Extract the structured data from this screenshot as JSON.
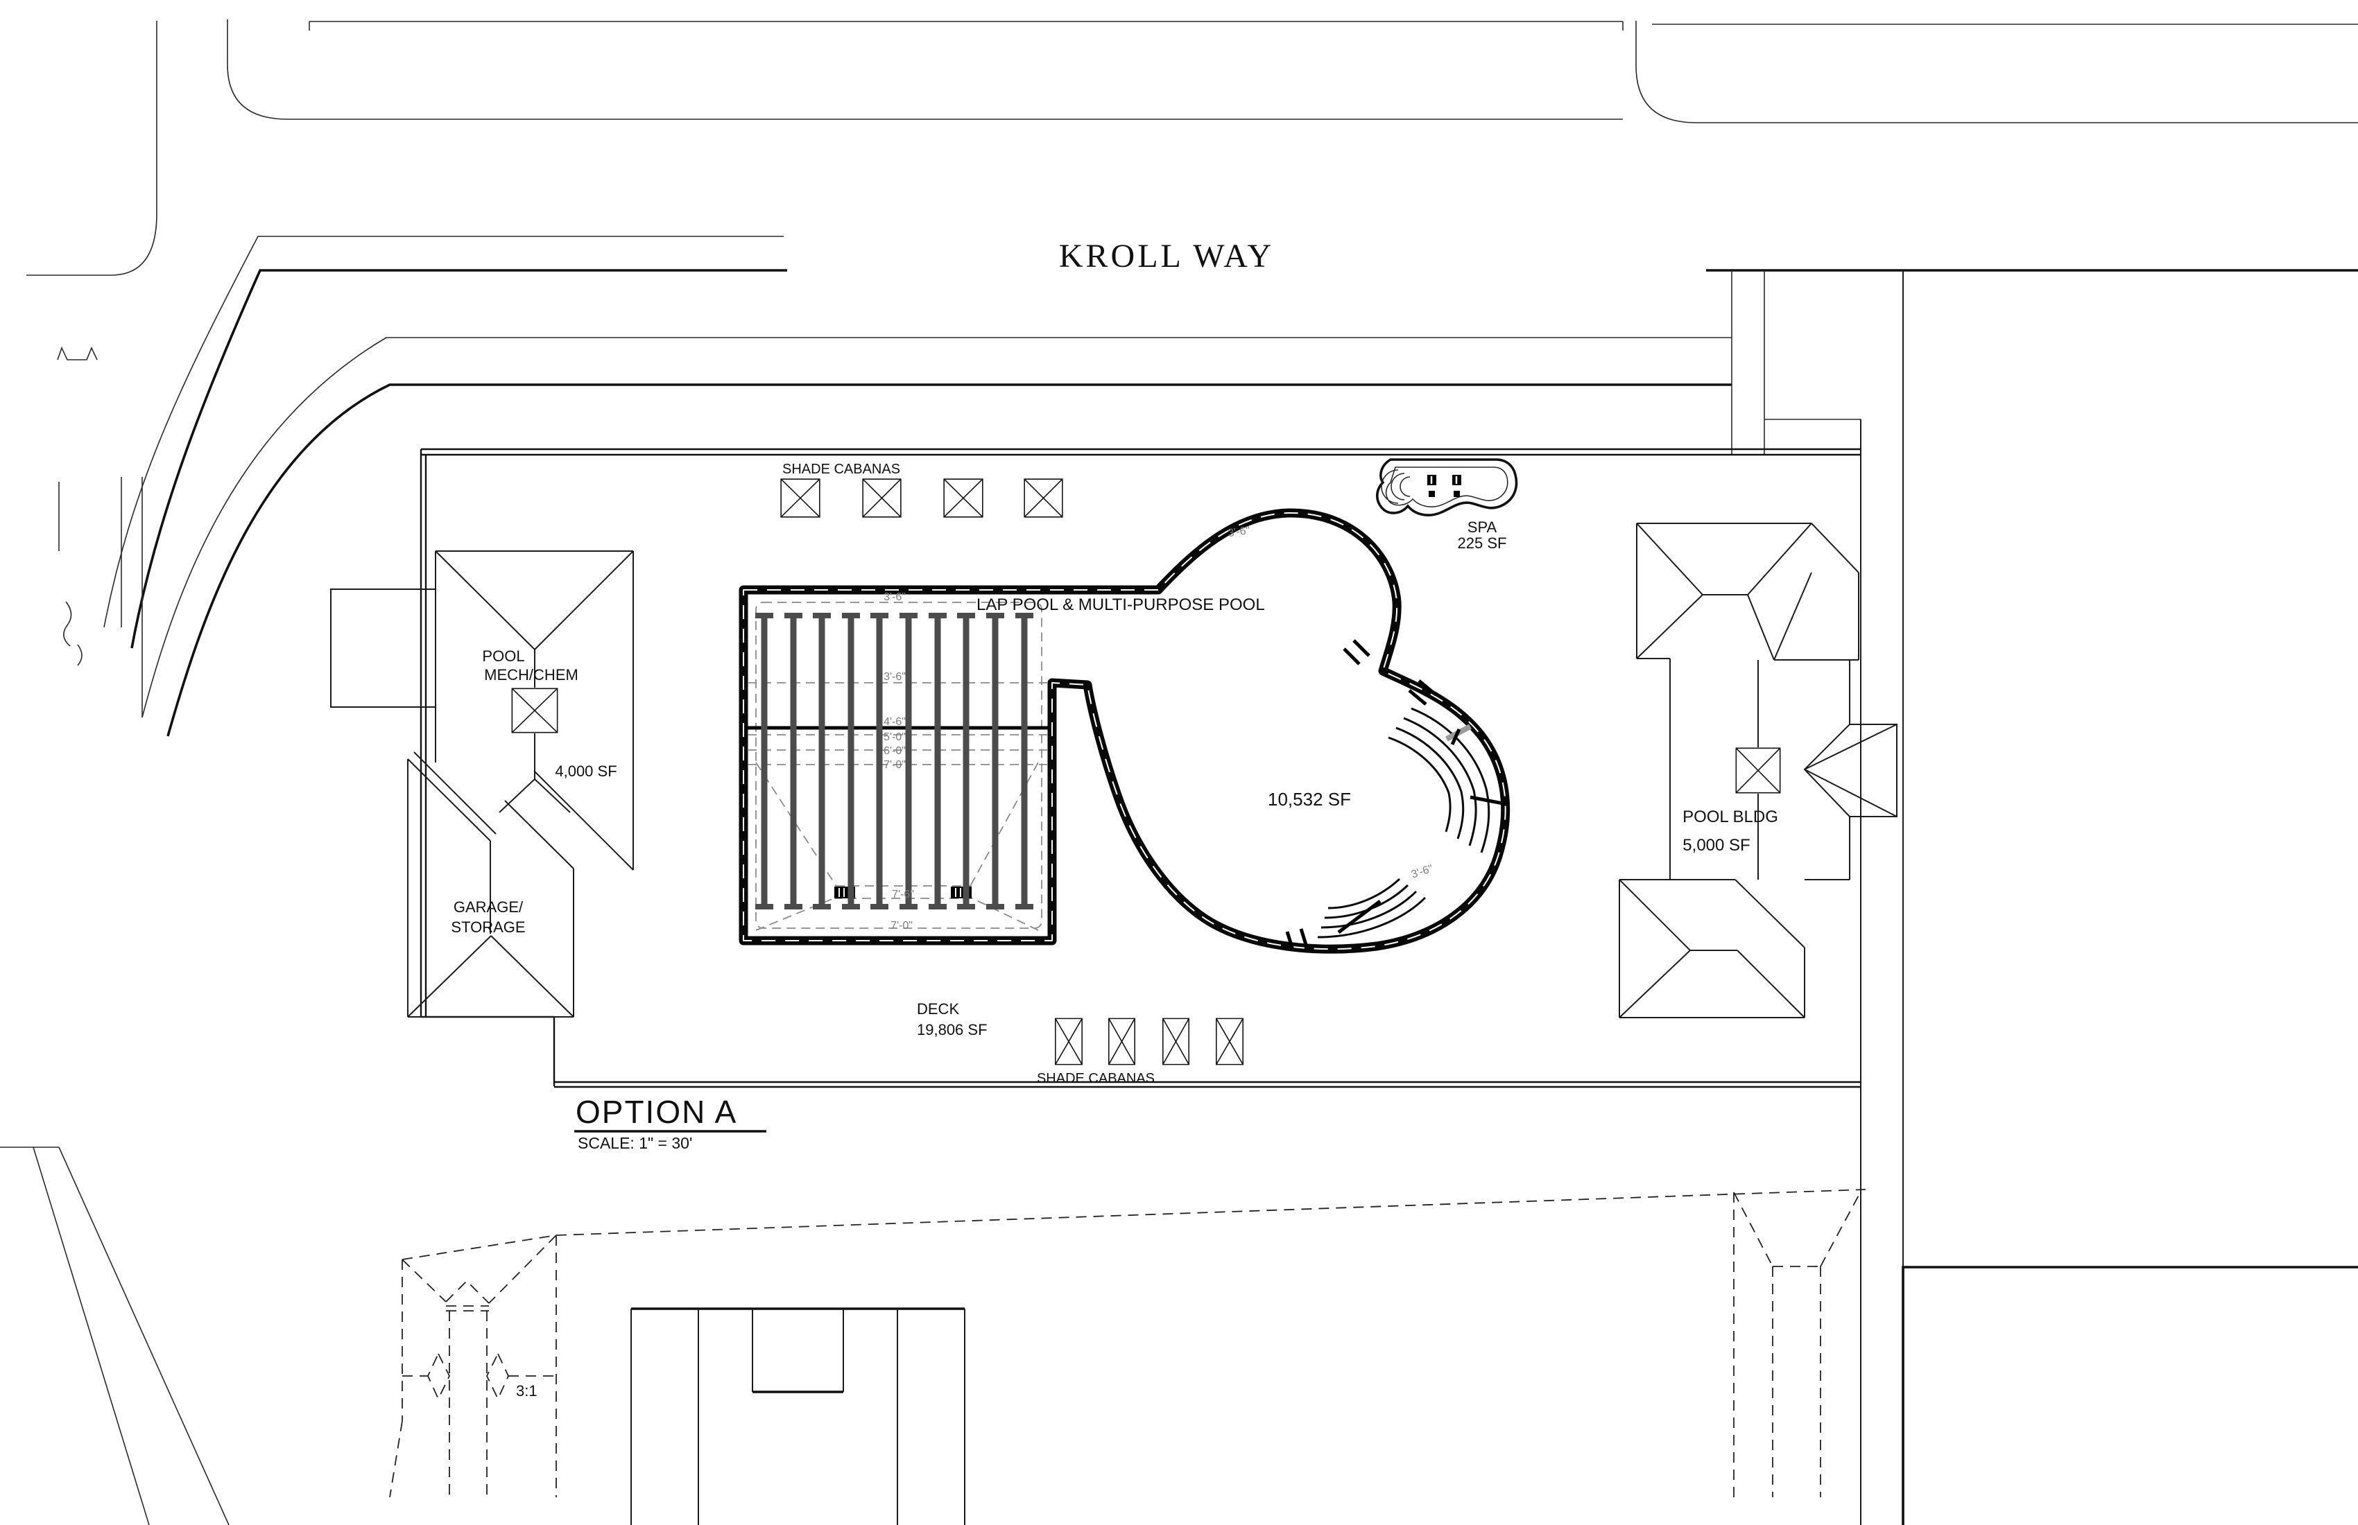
{
  "street": {
    "name": "KROLL WAY"
  },
  "title_block": {
    "title": "OPTION A",
    "scale": "SCALE:  1\" = 30'"
  },
  "areas": {
    "pool": {
      "label": "LAP POOL & MULTI-PURPOSE POOL",
      "area": "10,532 SF"
    },
    "spa": {
      "label": "SPA",
      "area": "225 SF"
    },
    "deck": {
      "label": "DECK",
      "area": "19,806 SF"
    },
    "pool_mech": {
      "label_line1": "POOL",
      "label_line2": "MECH/CHEM",
      "area": "4,000 SF"
    },
    "garage": {
      "label_line1": "GARAGE/",
      "label_line2": "STORAGE"
    },
    "pool_bldg": {
      "label": "POOL BLDG",
      "area": "5,000 SF"
    },
    "cabanas_top": {
      "label": "SHADE CABANAS"
    },
    "cabanas_bottom": {
      "label": "SHADE CABANAS"
    },
    "slope": {
      "label": "3:1"
    }
  },
  "depth_markers": {
    "top_edge": "3'-6\"",
    "shallow": "3'-6\"",
    "d46": "4'-6\"",
    "d50": "5'-0\"",
    "d60": "6'-0\"",
    "d70": "7'-0\"",
    "deep_center": "7'-6\"",
    "deep_bottom": "7'-0\"",
    "lobe_edge": "3'-6\"",
    "steps_edge": "3'-6\""
  }
}
